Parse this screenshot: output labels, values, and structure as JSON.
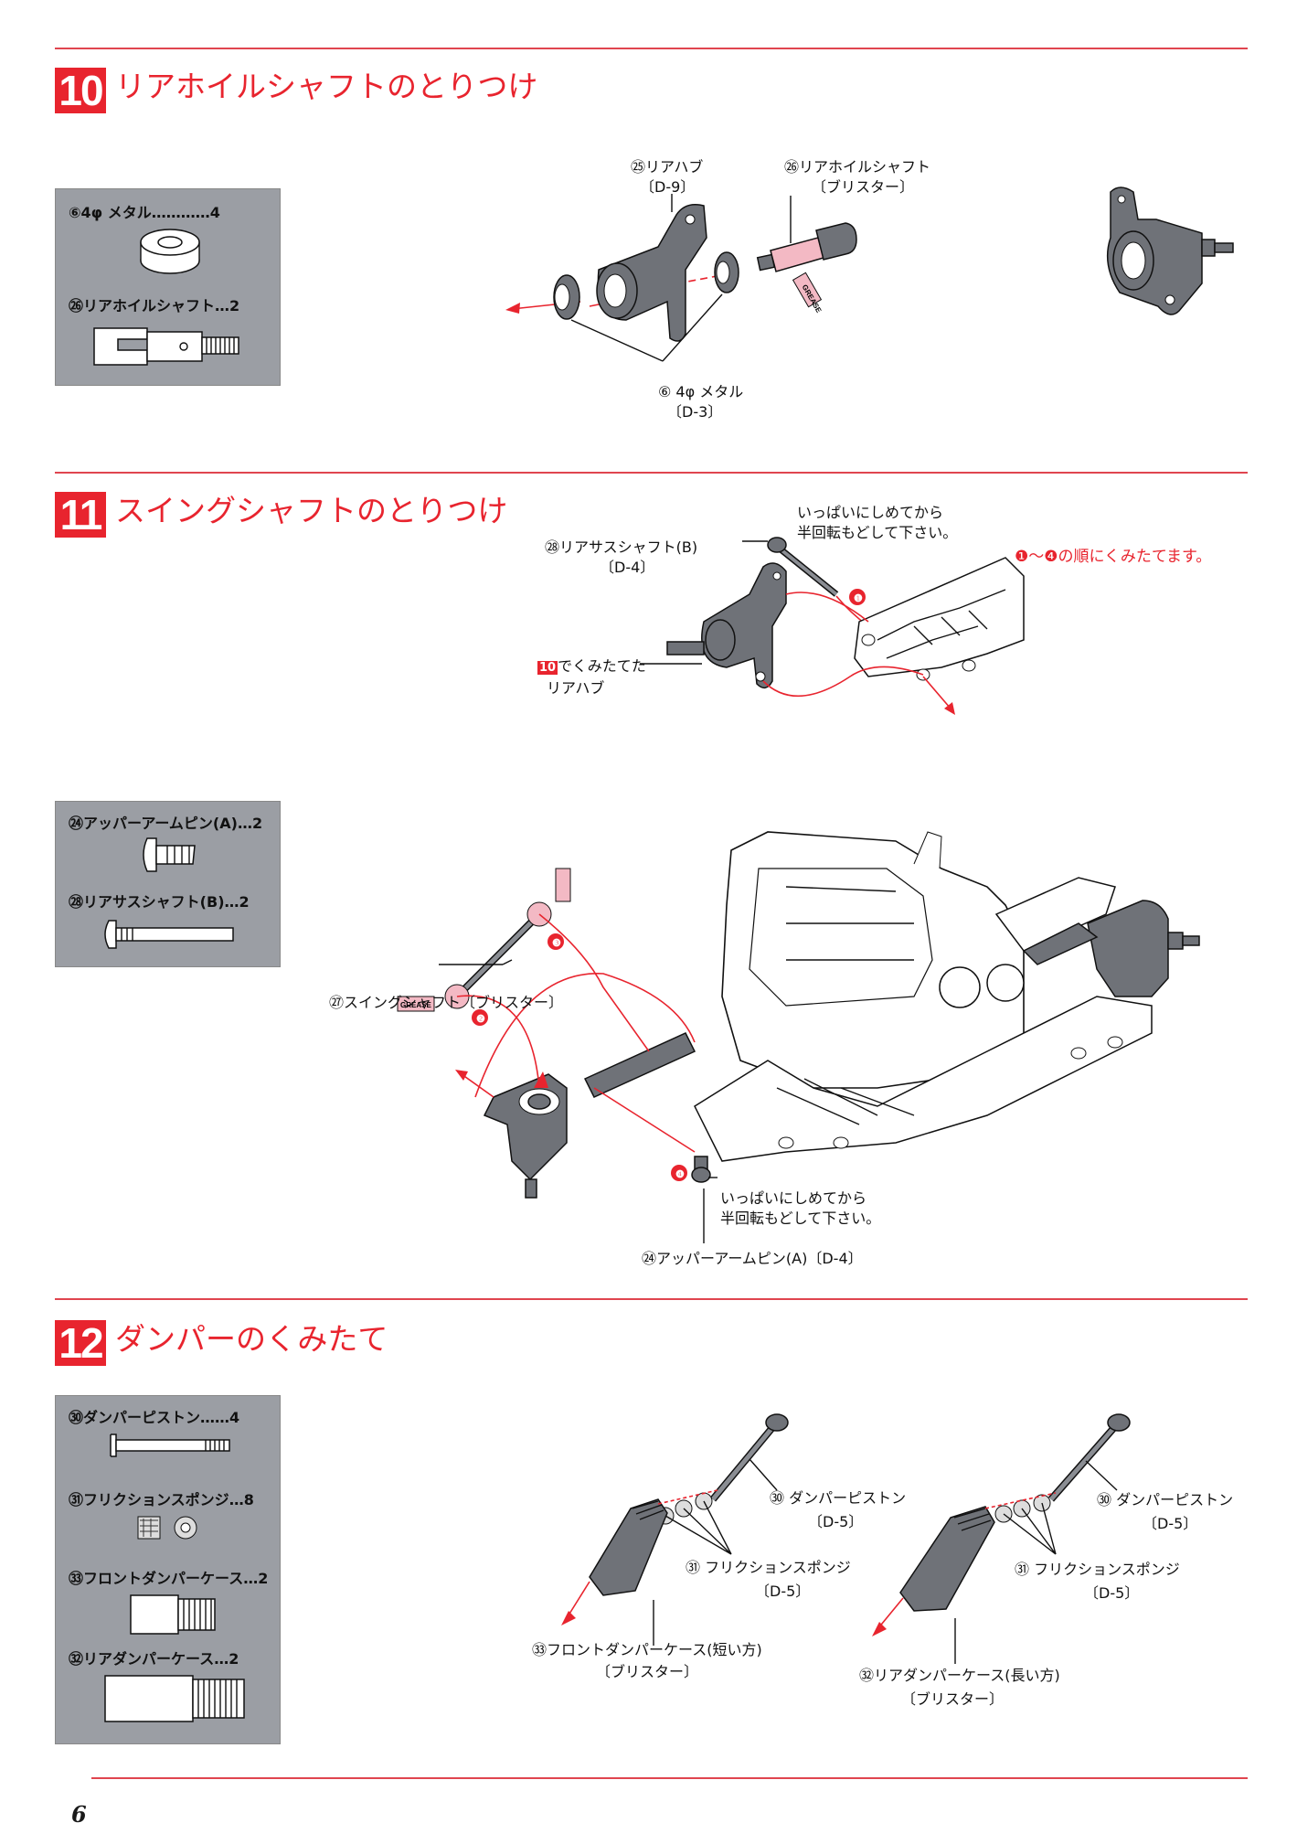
{
  "page_number": "6",
  "steps": [
    {
      "number": "10",
      "title": "リアホイルシャフトのとりつけ",
      "parts": [
        {
          "name": "⑥4φ メタル",
          "dots": "…………",
          "qty": "4"
        },
        {
          "name": "㉖リアホイルシャフト",
          "dots": "…",
          "qty": "2"
        }
      ],
      "callouts": {
        "rear_hub": "㉕リアハブ",
        "rear_hub_ref": "〔D-9〕",
        "shaft": "㉖リアホイルシャフト",
        "shaft_ref": "〔ブリスター〕",
        "metal": "⑥ 4φ メタル",
        "metal_ref": "〔D-3〕",
        "grease": "GREASE"
      }
    },
    {
      "number": "11",
      "title": "スイングシャフトのとりつけ",
      "parts": [
        {
          "name": "㉔アッパーアームピン(A)",
          "dots": "…",
          "qty": "2"
        },
        {
          "name": "㉘リアサスシャフト(B)",
          "dots": "…",
          "qty": "2"
        }
      ],
      "callouts": {
        "sus_shaft": "㉘リアサスシャフト(B)",
        "sus_shaft_ref": "〔D-4〕",
        "tighten_1": "いっぱいにしめてから",
        "tighten_2": "半回転もどして下さい。",
        "order_note": "❶〜❹の順にくみたてます。",
        "hub_from_step_num": "10",
        "hub_from_step_1": "でくみたてた",
        "hub_from_step_2": "リアハブ",
        "swing_shaft": "㉗スイングシャフト〔ブリスター〕",
        "tighten_b1": "いっぱいにしめてから",
        "tighten_b2": "半回転もどして下さい。",
        "upper_pin": "㉔アッパーアームピン(A)〔D-4〕",
        "grease": "GREASE",
        "n1": "❶",
        "n2": "❷",
        "n3": "❸",
        "n4": "❹"
      }
    },
    {
      "number": "12",
      "title": "ダンパーのくみたて",
      "parts": [
        {
          "name": "㉚ダンパーピストン",
          "dots": "……",
          "qty": "4"
        },
        {
          "name": "㉛フリクションスポンジ",
          "dots": "…",
          "qty": "8"
        },
        {
          "name": "㉝フロントダンパーケース",
          "dots": "…",
          "qty": "2"
        },
        {
          "name": "㉜リアダンパーケース",
          "dots": "…",
          "qty": "2"
        }
      ],
      "callouts": {
        "piston_a": "㉚ ダンパーピストン",
        "piston_a_ref": "〔D-5〕",
        "sponge_a": "㉛ フリクションスポンジ",
        "sponge_a_ref": "〔D-5〕",
        "front_case": "㉝フロントダンパーケース(短い方)",
        "front_case_ref": "〔ブリスター〕",
        "piston_b": "㉚ ダンパーピストン",
        "piston_b_ref": "〔D-5〕",
        "sponge_b": "㉛ フリクションスポンジ",
        "sponge_b_ref": "〔D-5〕",
        "rear_case": "㉜リアダンパーケース(長い方)",
        "rear_case_ref": "〔ブリスター〕"
      }
    }
  ]
}
